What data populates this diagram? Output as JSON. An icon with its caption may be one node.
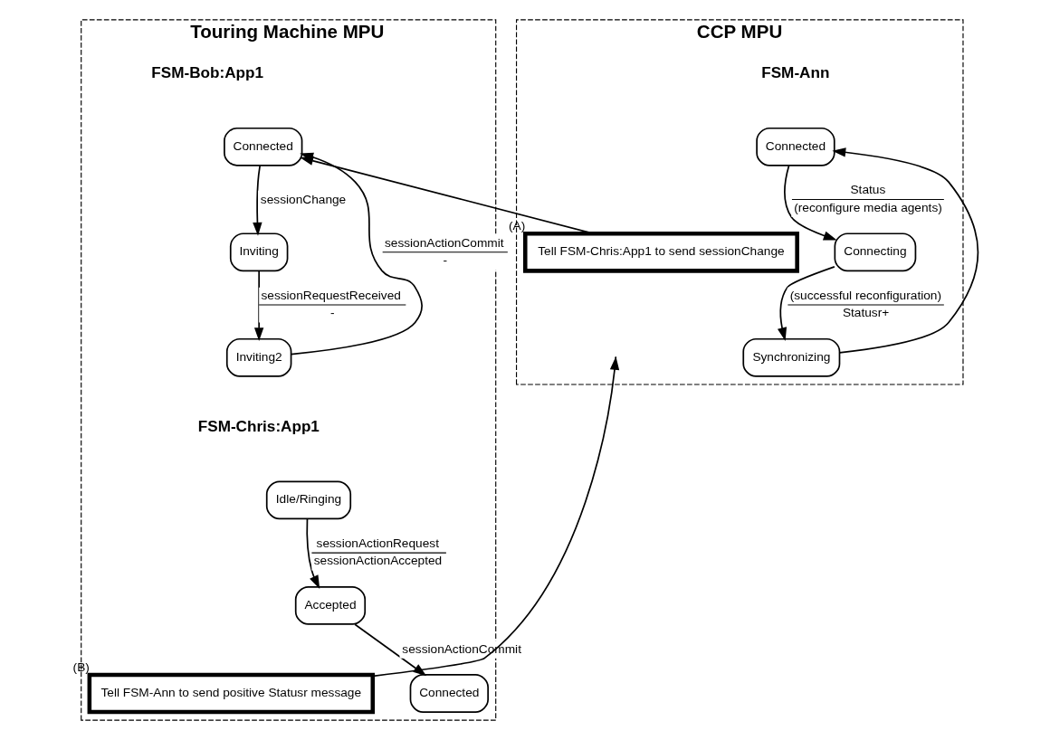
{
  "diagram": {
    "nodes": [
      {
        "text": [
          "Touring Machine MPU"
        ]
      },
      {
        "text": [
          "CCP MPU"
        ]
      },
      {
        "text": [
          "Connected"
        ],
        "in": 0
      },
      {
        "text": [
          "Inviting"
        ],
        "in": 0
      },
      {
        "text": [
          "Inviting2"
        ],
        "in": 0
      },
      {
        "text": [
          "Idle/Ringing"
        ],
        "in": 0
      },
      {
        "text": [
          "Accepted"
        ],
        "in": 0
      },
      {
        "text": [
          "Tell FSM-Ann to send positive Statusr message"
        ],
        "beside": [
          "(B)"
        ],
        "in": 0
      },
      {
        "text": [
          "Connected"
        ],
        "in": 0
      },
      {
        "text": [
          "Connected"
        ],
        "in": 1
      },
      {
        "text": [
          "Tell FSM-Chris:App1 to send sessionChange"
        ],
        "beside": [
          "(A)"
        ],
        "in": 1
      },
      {
        "text": [
          "Connecting"
        ],
        "in": 1
      },
      {
        "text": [
          "Synchronizing"
        ],
        "in": 1
      }
    ],
    "edges": [
      {
        "from": 2,
        "to": 3,
        "arrow": "to",
        "label": "sessionChange"
      },
      {
        "from": 3,
        "to": 4,
        "arrow": "to",
        "label": [
          "sessionRequestReceived",
          "-"
        ]
      },
      {
        "from": 4,
        "to": 2,
        "arrow": "to",
        "label": [
          "sessionActionCommit",
          "-"
        ]
      },
      {
        "from": 10,
        "to": 2,
        "arrow": "to"
      },
      {
        "from": 5,
        "to": 6,
        "arrow": "to",
        "label": [
          "sessionActionRequest",
          "sessionActionAccepted"
        ]
      },
      {
        "from": 6,
        "to": 8,
        "arrow": "to",
        "label": "sessionActionCommit"
      },
      {
        "from": 7,
        "to": null,
        "arrow": "to"
      },
      {
        "from": 9,
        "to": 11,
        "arrow": "to",
        "label": [
          "Status",
          "(reconfigure media agents)"
        ]
      },
      {
        "from": 11,
        "to": 12,
        "arrow": "to",
        "label": [
          "(successful reconfiguration)",
          "Statusr+"
        ]
      },
      {
        "from": 12,
        "to": 9,
        "arrow": "to"
      }
    ],
    "labels": [
      "FSM-Bob:App1",
      "FSM-Ann",
      "FSM-Chris:App1"
    ]
  }
}
